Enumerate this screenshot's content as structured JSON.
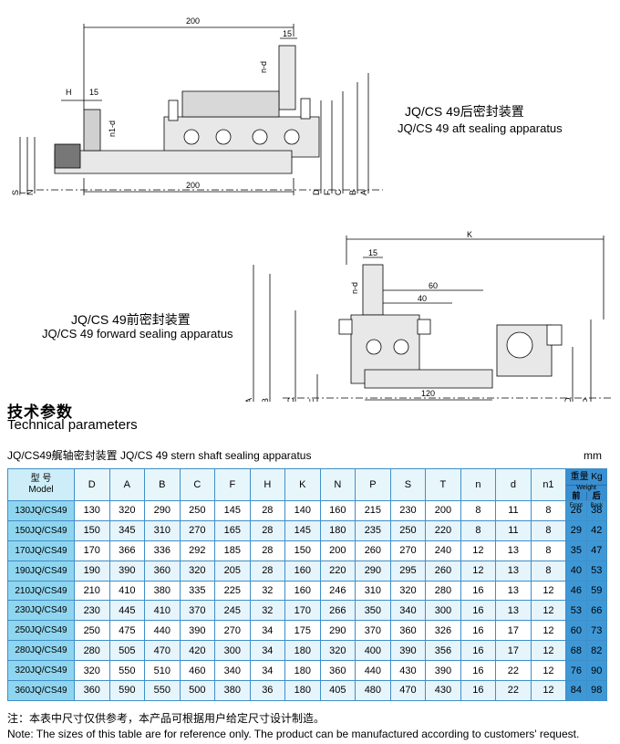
{
  "drawing_aft": {
    "caption_cn": "JQ/CS 49后密封装置",
    "caption_en": "JQ/CS 49 aft sealing apparatus",
    "dims": {
      "top": "200",
      "flange": "15",
      "nd": "n-d",
      "h": "H",
      "h15": "15",
      "n1d": "n1-d",
      "bottom": "200",
      "left_letters": [
        "S",
        "T",
        "N"
      ],
      "right_letters": [
        "D",
        "F",
        "C",
        "B",
        "A"
      ]
    }
  },
  "drawing_fwd": {
    "caption_cn": "JQ/CS 49前密封装置",
    "caption_en": "JQ/CS 49 forward sealing apparatus",
    "dims": {
      "k": "K",
      "f15": "15",
      "d60": "60",
      "d40": "40",
      "nd": "n-d",
      "d120": "120",
      "left_letters": [
        "A",
        "B",
        "C",
        "F"
      ],
      "right_letters": [
        "D",
        "P"
      ]
    }
  },
  "section": {
    "title_cn": "技术参数",
    "title_en": "Technical parameters"
  },
  "table": {
    "title": "JQ/CS49艉轴密封装置  JQ/CS 49 stern shaft sealing apparatus",
    "unit": "mm",
    "model_header_cn": "型 号",
    "model_header_en": "Model",
    "columns": [
      "D",
      "A",
      "B",
      "C",
      "F",
      "H",
      "K",
      "N",
      "P",
      "S",
      "T",
      "n",
      "d",
      "n1"
    ],
    "weight_header": "重量 Kg",
    "weight_header_en": "Weight",
    "weight_front": "前",
    "weight_front_en": "Front",
    "weight_back": "后",
    "weight_back_en": "Back",
    "rows": [
      {
        "model": "130JQ/CS49",
        "values": [
          "130",
          "320",
          "290",
          "250",
          "145",
          "28",
          "140",
          "160",
          "215",
          "230",
          "200",
          "8",
          "11",
          "8"
        ],
        "front": "26",
        "back": "38"
      },
      {
        "model": "150JQ/CS49",
        "values": [
          "150",
          "345",
          "310",
          "270",
          "165",
          "28",
          "145",
          "180",
          "235",
          "250",
          "220",
          "8",
          "11",
          "8"
        ],
        "front": "29",
        "back": "42"
      },
      {
        "model": "170JQ/CS49",
        "values": [
          "170",
          "366",
          "336",
          "292",
          "185",
          "28",
          "150",
          "200",
          "260",
          "270",
          "240",
          "12",
          "13",
          "8"
        ],
        "front": "35",
        "back": "47"
      },
      {
        "model": "190JQ/CS49",
        "values": [
          "190",
          "390",
          "360",
          "320",
          "205",
          "28",
          "160",
          "220",
          "290",
          "295",
          "260",
          "12",
          "13",
          "8"
        ],
        "front": "40",
        "back": "53"
      },
      {
        "model": "210JQ/CS49",
        "values": [
          "210",
          "410",
          "380",
          "335",
          "225",
          "32",
          "160",
          "246",
          "310",
          "320",
          "280",
          "16",
          "13",
          "12"
        ],
        "front": "46",
        "back": "59"
      },
      {
        "model": "230JQ/CS49",
        "values": [
          "230",
          "445",
          "410",
          "370",
          "245",
          "32",
          "170",
          "266",
          "350",
          "340",
          "300",
          "16",
          "13",
          "12"
        ],
        "front": "53",
        "back": "66"
      },
      {
        "model": "250JQ/CS49",
        "values": [
          "250",
          "475",
          "440",
          "390",
          "270",
          "34",
          "175",
          "290",
          "370",
          "360",
          "326",
          "16",
          "17",
          "12"
        ],
        "front": "60",
        "back": "73"
      },
      {
        "model": "280JQ/CS49",
        "values": [
          "280",
          "505",
          "470",
          "420",
          "300",
          "34",
          "180",
          "320",
          "400",
          "390",
          "356",
          "16",
          "17",
          "12"
        ],
        "front": "68",
        "back": "82"
      },
      {
        "model": "320JQ/CS49",
        "values": [
          "320",
          "550",
          "510",
          "460",
          "340",
          "34",
          "180",
          "360",
          "440",
          "430",
          "390",
          "16",
          "22",
          "12"
        ],
        "front": "76",
        "back": "90"
      },
      {
        "model": "360JQ/CS49",
        "values": [
          "360",
          "590",
          "550",
          "500",
          "380",
          "36",
          "180",
          "405",
          "480",
          "470",
          "430",
          "16",
          "22",
          "12"
        ],
        "front": "84",
        "back": "98"
      }
    ]
  },
  "notes": {
    "cn": "注：本表中尺寸仅供参考，本产品可根据用户给定尺寸设计制造。",
    "en": "Note: The sizes of this table are for reference only. The product can be manufactured according to customers' request."
  }
}
